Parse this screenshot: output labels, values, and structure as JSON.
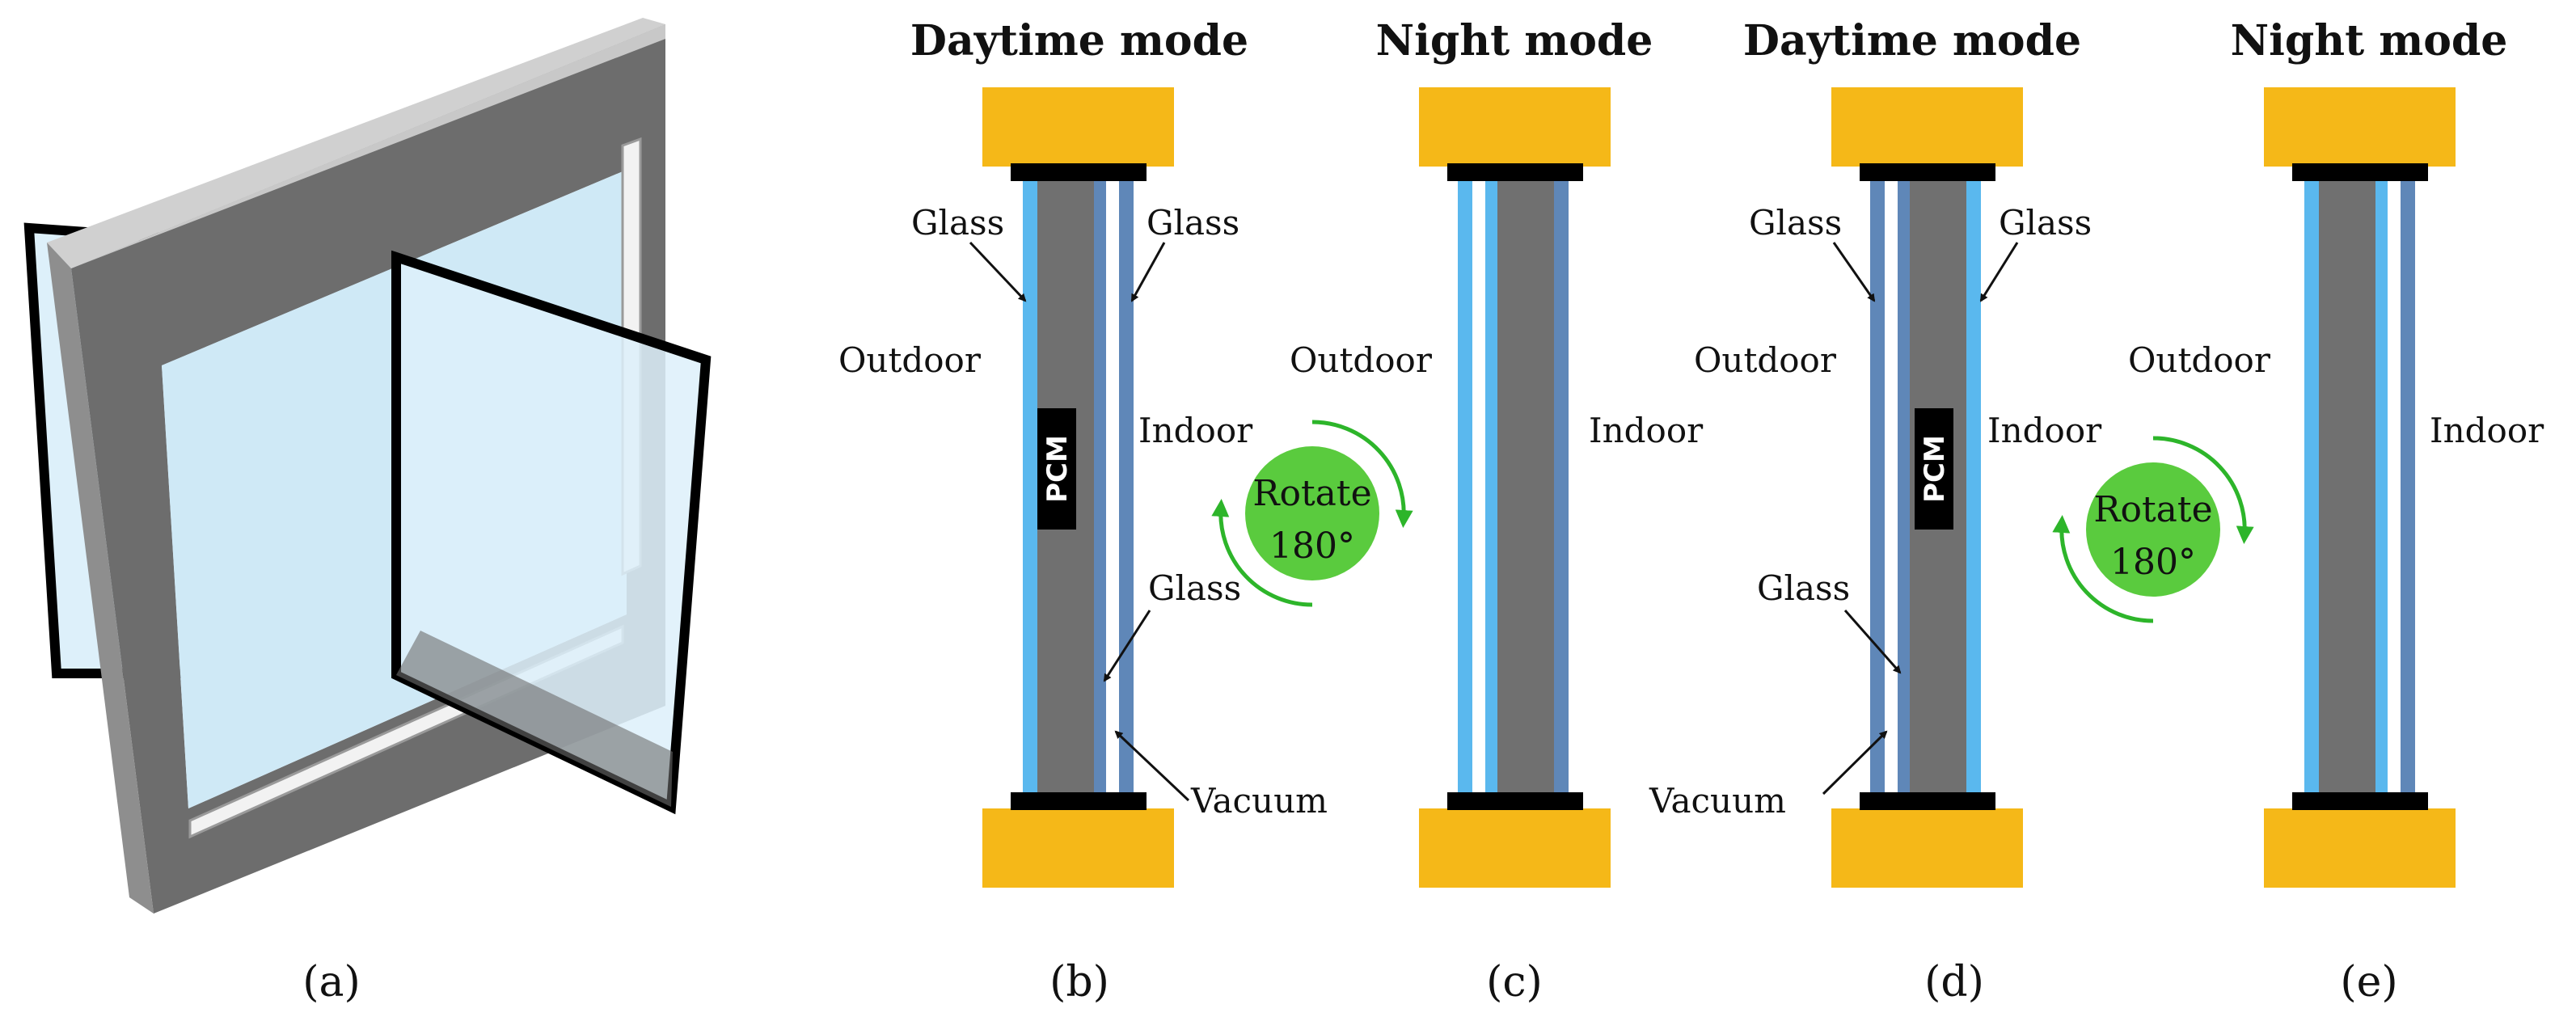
{
  "panels": {
    "a": {
      "caption": "(a)"
    },
    "b": {
      "caption": "(b)",
      "title": "Daytime mode",
      "outdoor": "Outdoor",
      "indoor": "Indoor",
      "glass_left": "Glass",
      "glass_right": "Glass",
      "glass_inner": "Glass",
      "vacuum": "Vacuum",
      "pcm": "PCM"
    },
    "c": {
      "caption": "(c)",
      "title": "Night mode",
      "outdoor": "Outdoor",
      "indoor": "Indoor"
    },
    "d": {
      "caption": "(d)",
      "title": "Daytime mode",
      "outdoor": "Outdoor",
      "indoor": "Indoor",
      "glass_left": "Glass",
      "glass_right": "Glass",
      "glass_inner": "Glass",
      "vacuum": "Vacuum",
      "pcm": "PCM"
    },
    "e": {
      "caption": "(e)",
      "title": "Night mode",
      "outdoor": "Outdoor",
      "indoor": "Indoor"
    }
  },
  "rotate_left": {
    "line1": "Rotate",
    "line2": "180°"
  },
  "rotate_right": {
    "line1": "Rotate",
    "line2": "180°"
  },
  "colors": {
    "frame": "#F5B818",
    "seal": "#000000",
    "pcm": "#707070",
    "glass_light": "#5AB8EE",
    "glass_dark": "#5F87B8",
    "rotate_fill": "#5ACB3E",
    "rotate_arrow": "#2DB52A"
  }
}
